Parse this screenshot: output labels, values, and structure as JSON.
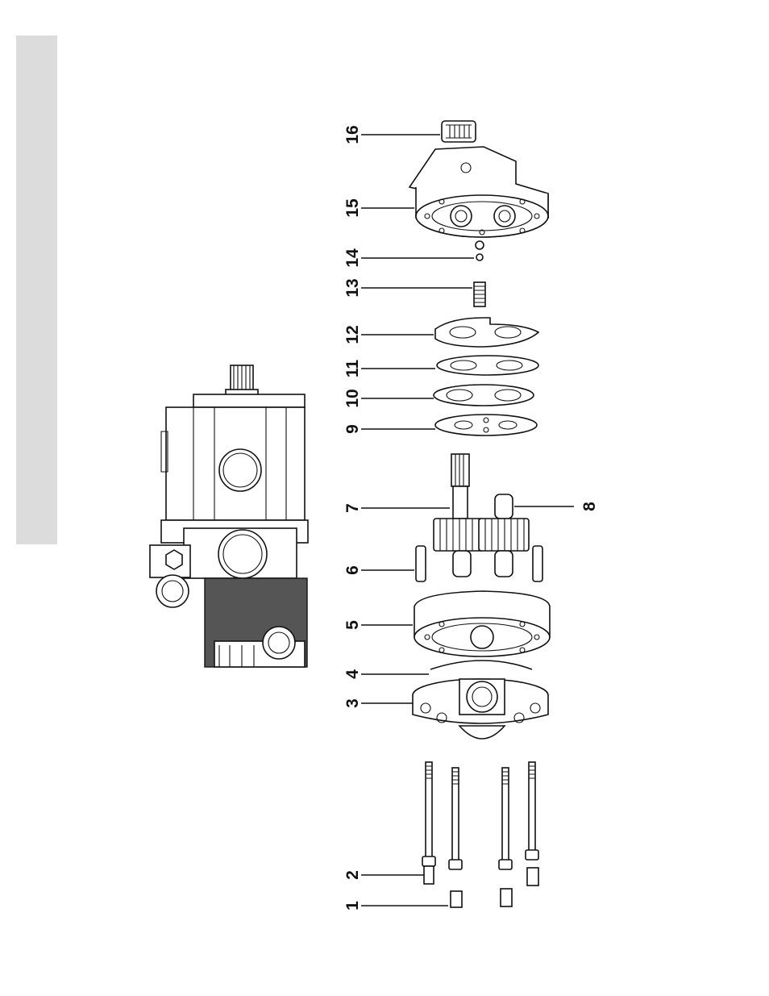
{
  "colors": {
    "side_tab": "#dcdcdc",
    "ink": "#111111"
  },
  "callouts": [
    "1",
    "2",
    "3",
    "4",
    "5",
    "6",
    "7",
    "8",
    "9",
    "10",
    "11",
    "12",
    "13",
    "14",
    "15",
    "16"
  ]
}
